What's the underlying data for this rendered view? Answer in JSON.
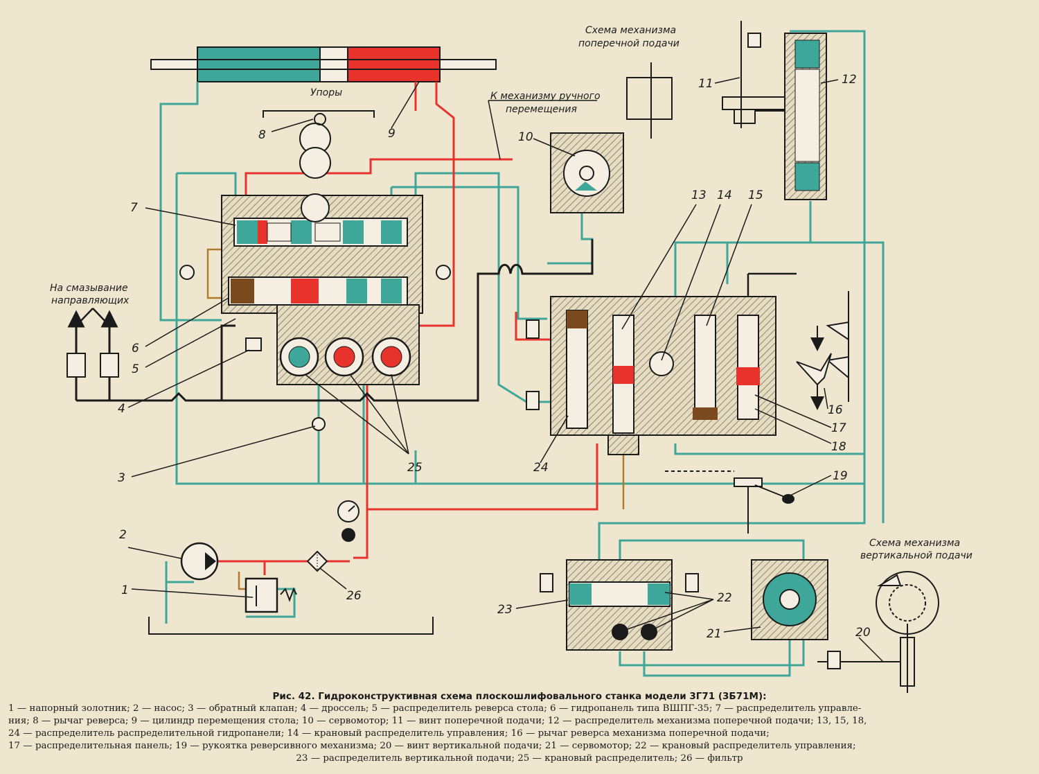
{
  "colors": {
    "pressure": "#e8322c",
    "drain": "#3fa79a",
    "control": "#b07a2a",
    "line": "#1a1a1a",
    "body": "#e9dfc6",
    "paper": "#efe6cf"
  },
  "labels": {
    "l1": "1",
    "l2": "2",
    "l3": "3",
    "l4": "4",
    "l5": "5",
    "l6": "6",
    "l7": "7",
    "l8": "8",
    "l9": "9",
    "l10": "10",
    "l11": "11",
    "l12": "12",
    "l13": "13",
    "l14": "14",
    "l15": "15",
    "l16": "16",
    "l17": "17",
    "l18": "18",
    "l19": "19",
    "l20": "20",
    "l21": "21",
    "l22": "22",
    "l23": "23",
    "l24": "24",
    "l25": "25",
    "l26": "26"
  },
  "annotations": {
    "stops": "Упоры",
    "manual_1": "К механизму ручного",
    "manual_2": "перемещения",
    "lube_1": "На смазывание",
    "lube_2": "направляющих",
    "cross_1": "Схема механизма",
    "cross_2": "поперечной подачи",
    "vert_1": "Схема механизма",
    "vert_2": "вертикальной подачи"
  },
  "caption": {
    "title": "Рис. 42. Гидроконструктивная схема плоскошлифовального станка модели 3Г71 (3Б71М):",
    "line1": "1 — напорный золотник; 2 — насос; 3 — обратный клапан; 4 — дроссель; 5 — распределитель реверса стола; 6 — гидропанель типа ВШПГ-35; 7 — распределитель управле-",
    "line2": "ния; 8 — рычаг реверса; 9 — цилиндр перемещения стола; 10 — сервомотор; 11 — винт поперечной подачи; 12 — распределитель механизма поперечной подачи; 13, 15, 18,",
    "line3": "24 — распределитель распределительной гидропанели; 14 — крановый распределитель управления; 16 — рычаг реверса механизма поперечной подачи;",
    "line4": "17 — распределительная панель; 19 — рукоятка реверсивного механизма; 20 — винт вертикальной подачи; 21 — сервомотор; 22 — крановый распределитель управления;",
    "line5": "23 — распределитель вертикальной подачи; 25 — крановый распределитель; 26 — фильтр"
  }
}
